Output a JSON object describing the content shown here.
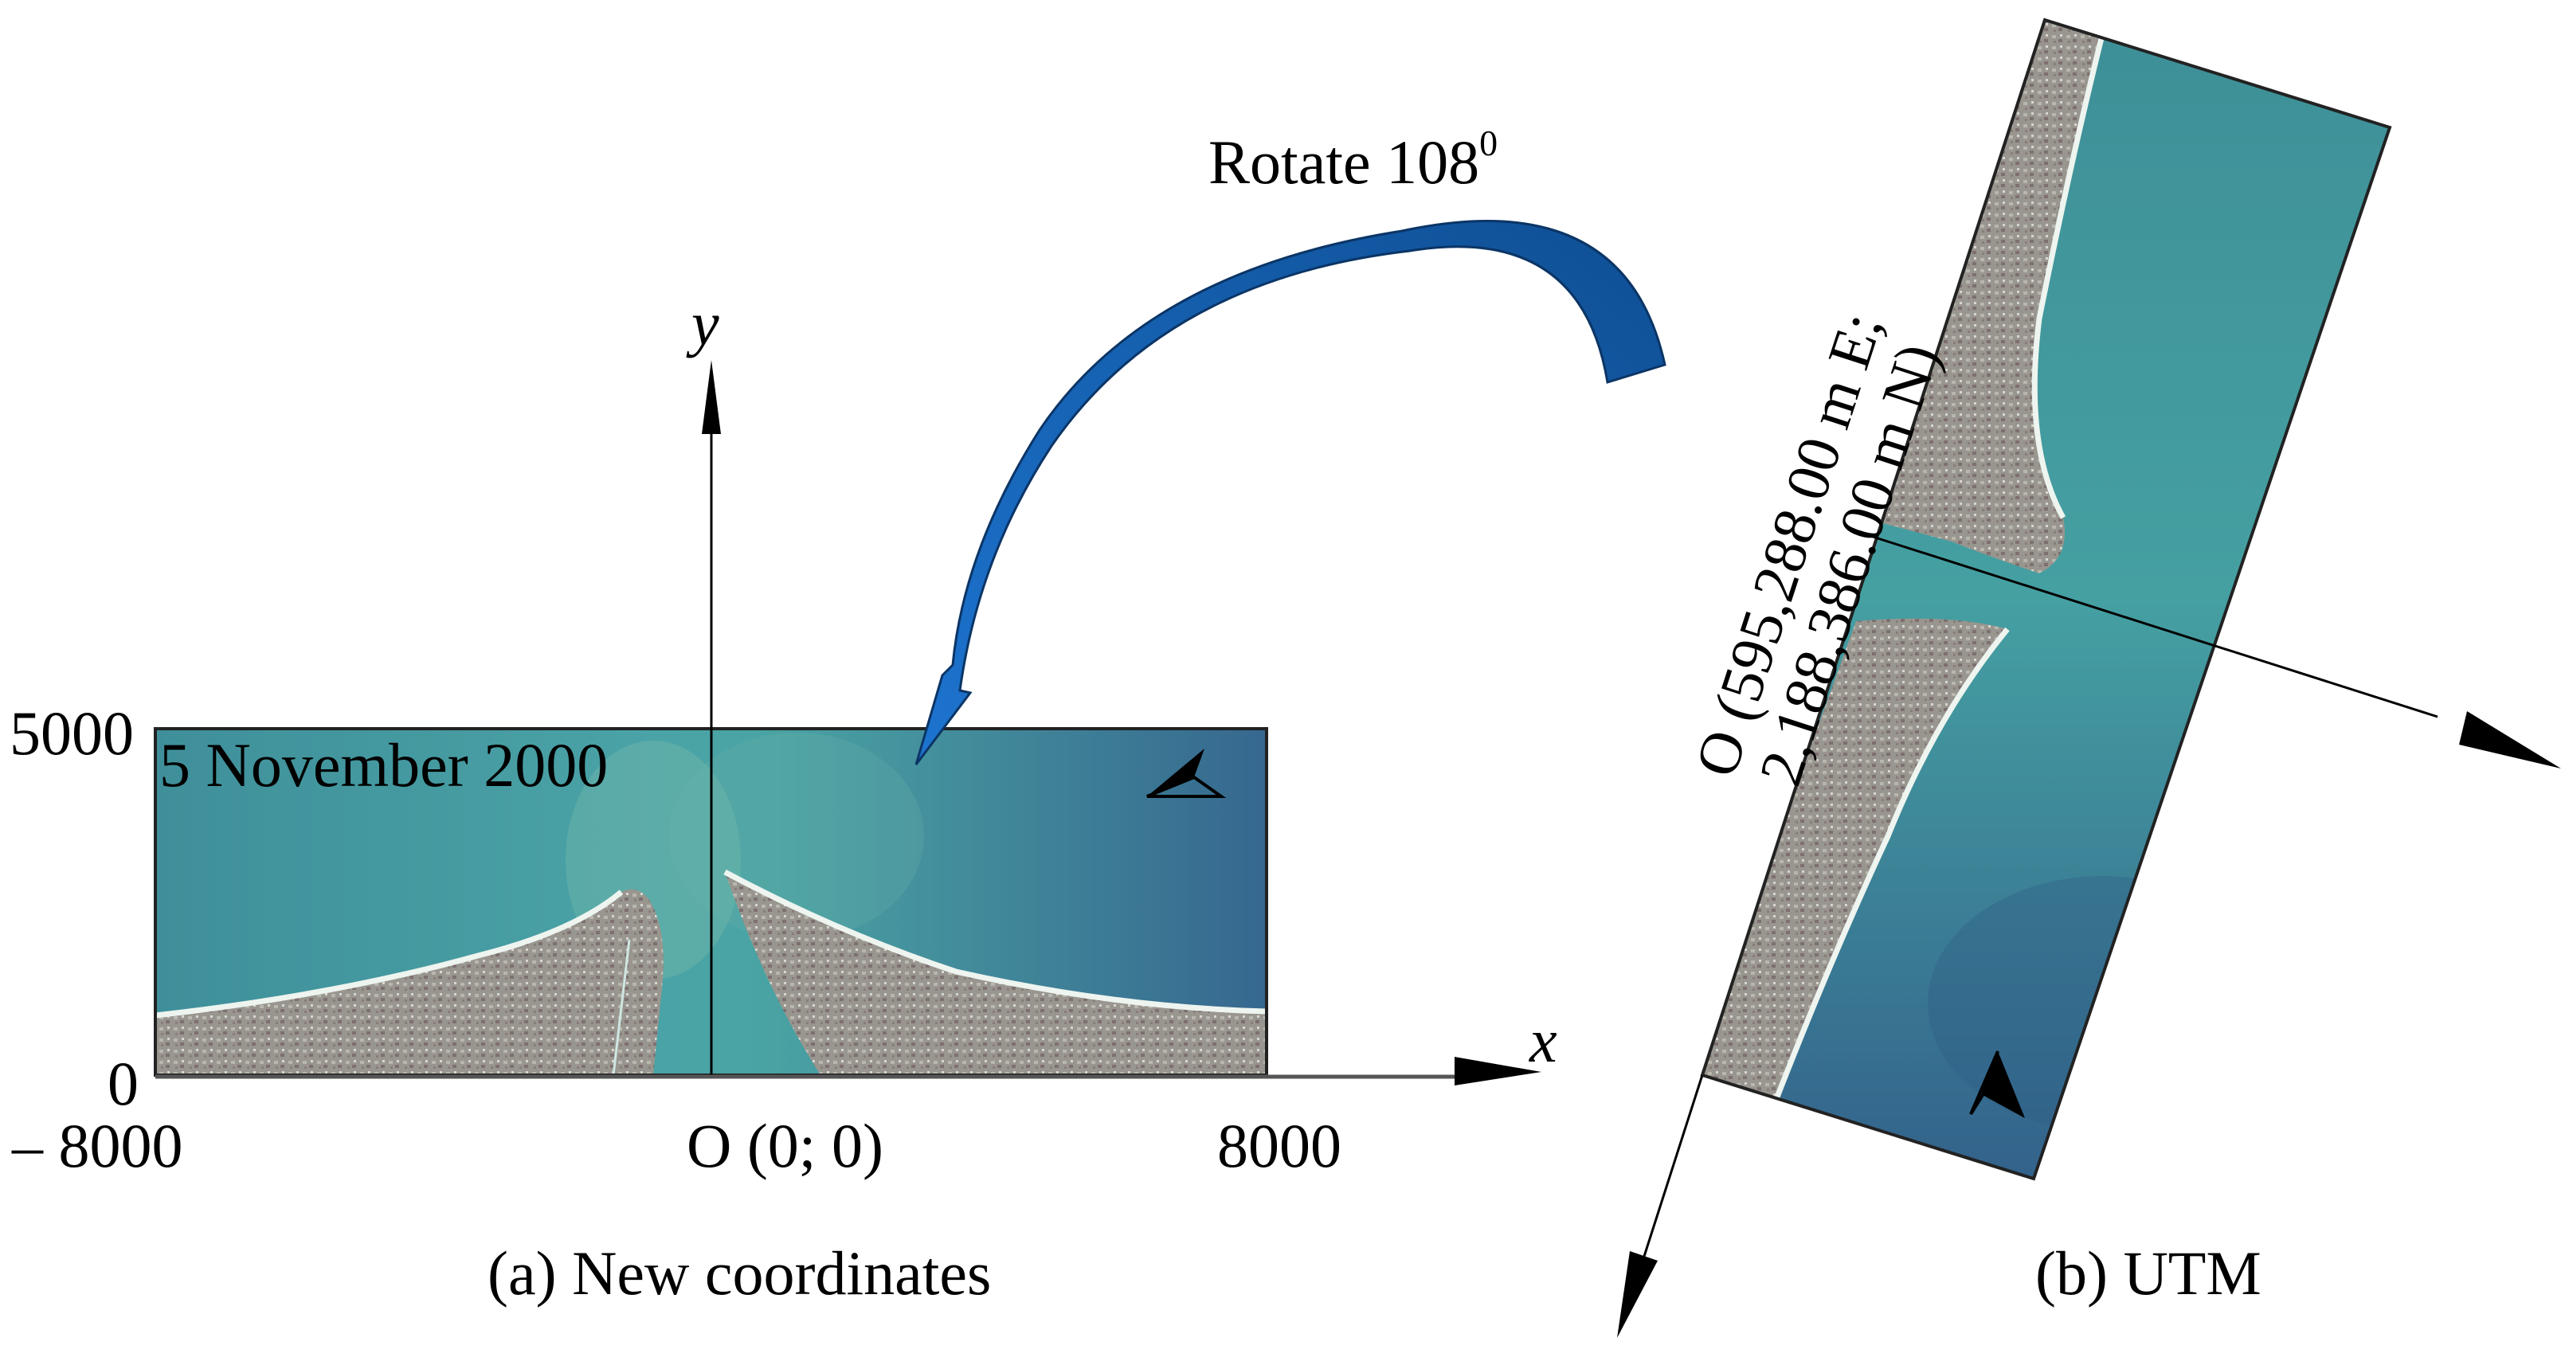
{
  "figure": {
    "rotate_label": "Rotate 108",
    "rotate_superscript": "0",
    "panel_a": {
      "caption": "(a) New coordinates",
      "image_date": "5 November 2000",
      "y_axis_label": "y",
      "x_axis_label": "x",
      "y_ticks": [
        "5000",
        "0"
      ],
      "x_ticks": [
        "– 8000",
        "O (0; 0)",
        "8000"
      ],
      "north_arrow": "north-arrow-rotated"
    },
    "panel_b": {
      "caption": "(b) UTM",
      "origin_line1": "O (595,288.00 m E;",
      "origin_line2": "2,188,386.00 m N)",
      "north_arrow": "north-arrow-up"
    },
    "colors": {
      "arrow_blue": "#1a6cc4",
      "arrow_blue_dark": "#0f4f94",
      "sea": "#3d8e9a",
      "sea_deep": "#35698f",
      "land": "#9a9a94",
      "shore": "#e8efe9"
    }
  }
}
